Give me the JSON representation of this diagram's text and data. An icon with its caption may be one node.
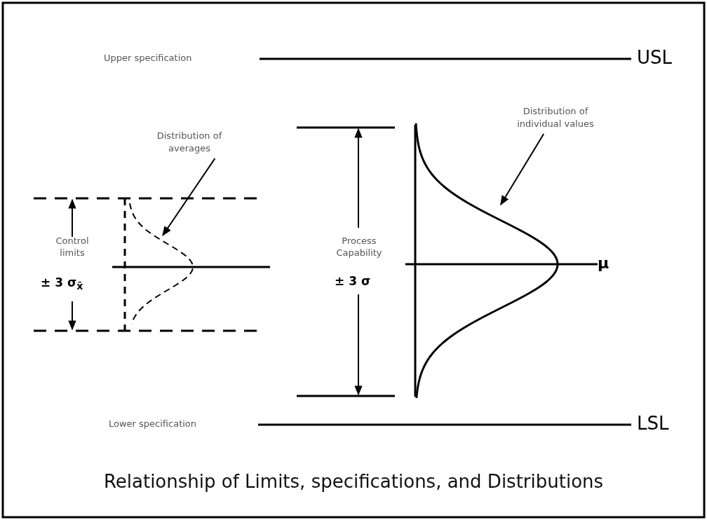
{
  "diagram": {
    "title": "Relationship of Limits, specifications, and Distributions",
    "nodes": [
      {
        "text": [
          "Distribution of averages"
        ]
      },
      {
        "text": [],
        "shape": "curve"
      },
      {
        "text": [
          "Distribution of individual values"
        ]
      },
      {
        "text": [],
        "shape": "curve"
      }
    ],
    "edges": [
      {
        "from": 0,
        "to": 1,
        "arrow": "to"
      },
      {
        "from": 2,
        "to": 3,
        "arrow": "to"
      }
    ],
    "labels": [
      "Upper specification",
      "USL",
      "Control limits",
      "± 3 σ$_{x̄}$",
      "Process Capability",
      "± 3 σ",
      "μ",
      "Lower specification",
      "LSL"
    ]
  }
}
